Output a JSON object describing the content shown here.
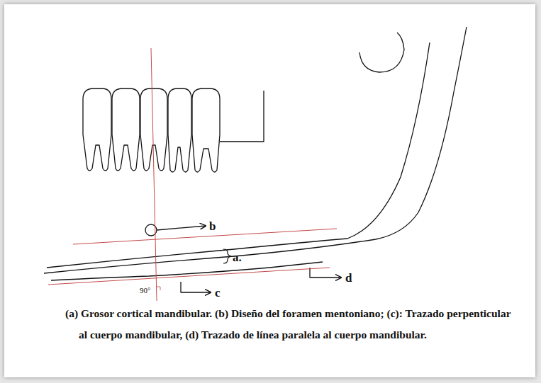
{
  "diagram": {
    "caption": "(a) Grosor cortical mandibular. (b) Diseño del foramen mentoniano; (c): Trazado perpenticular al cuerpo mandibular, (d) Trazado de línea paralela al cuerpo mandibular.",
    "labels": [
      "b",
      "a.",
      "d",
      "90°",
      "c"
    ]
  }
}
